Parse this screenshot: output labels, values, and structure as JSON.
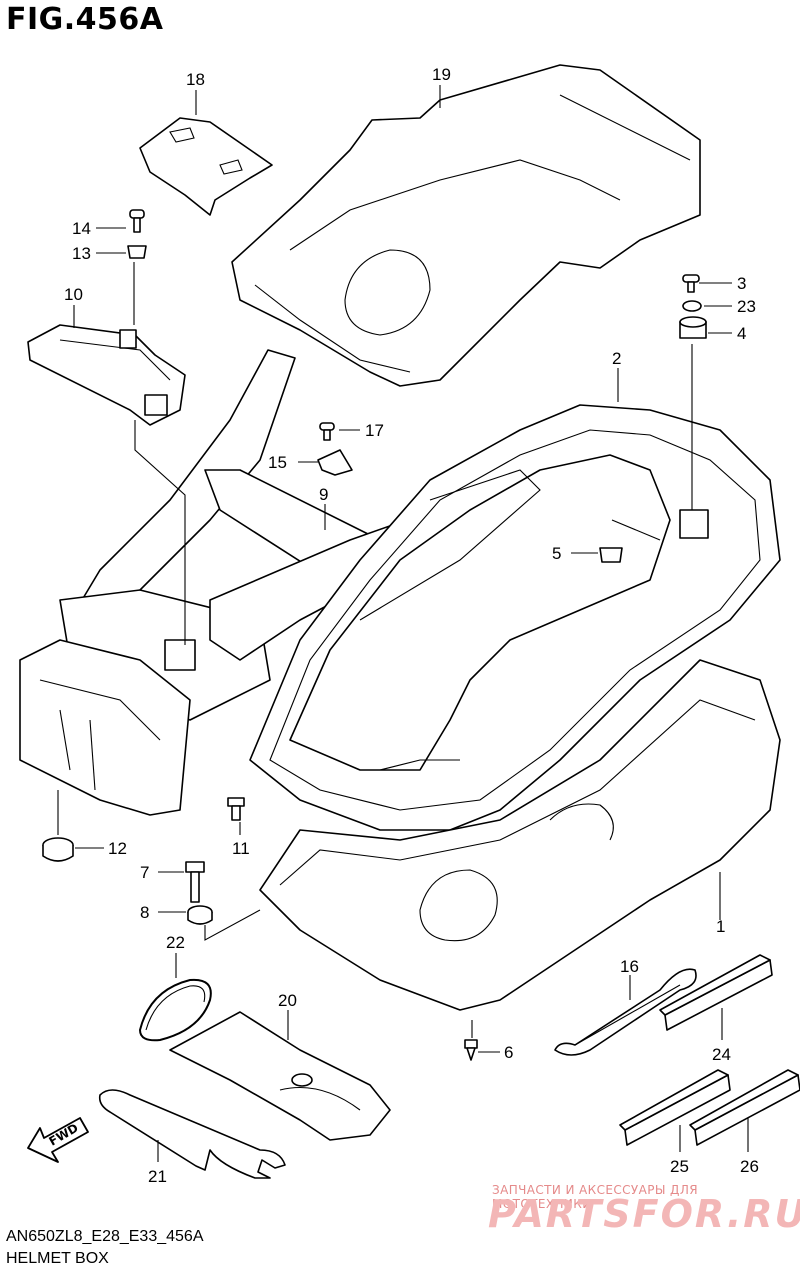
{
  "figure": {
    "title": "FIG.456A",
    "code": "AN650ZL8_E28_E33_456A",
    "name": "HELMET BOX"
  },
  "watermark": {
    "tagline": "ЗАПЧАСТИ И АКСЕССУАРЫ ДЛЯ МОТОТЕХНИКИ",
    "brand": "PARTSFOR.RU",
    "color": "#f3b6b6"
  },
  "fwd_label": "FWD",
  "callouts": [
    {
      "id": "1",
      "label": "1"
    },
    {
      "id": "2",
      "label": "2"
    },
    {
      "id": "3",
      "label": "3"
    },
    {
      "id": "4",
      "label": "4"
    },
    {
      "id": "5",
      "label": "5"
    },
    {
      "id": "6",
      "label": "6"
    },
    {
      "id": "7",
      "label": "7"
    },
    {
      "id": "8",
      "label": "8"
    },
    {
      "id": "9",
      "label": "9"
    },
    {
      "id": "10",
      "label": "10"
    },
    {
      "id": "11",
      "label": "11"
    },
    {
      "id": "12",
      "label": "12"
    },
    {
      "id": "13",
      "label": "13"
    },
    {
      "id": "14",
      "label": "14"
    },
    {
      "id": "15",
      "label": "15"
    },
    {
      "id": "16",
      "label": "16"
    },
    {
      "id": "17",
      "label": "17"
    },
    {
      "id": "18",
      "label": "18"
    },
    {
      "id": "19",
      "label": "19"
    },
    {
      "id": "20",
      "label": "20"
    },
    {
      "id": "21",
      "label": "21"
    },
    {
      "id": "22",
      "label": "22"
    },
    {
      "id": "23",
      "label": "23"
    },
    {
      "id": "24",
      "label": "24"
    },
    {
      "id": "25",
      "label": "25"
    },
    {
      "id": "26",
      "label": "26"
    }
  ]
}
